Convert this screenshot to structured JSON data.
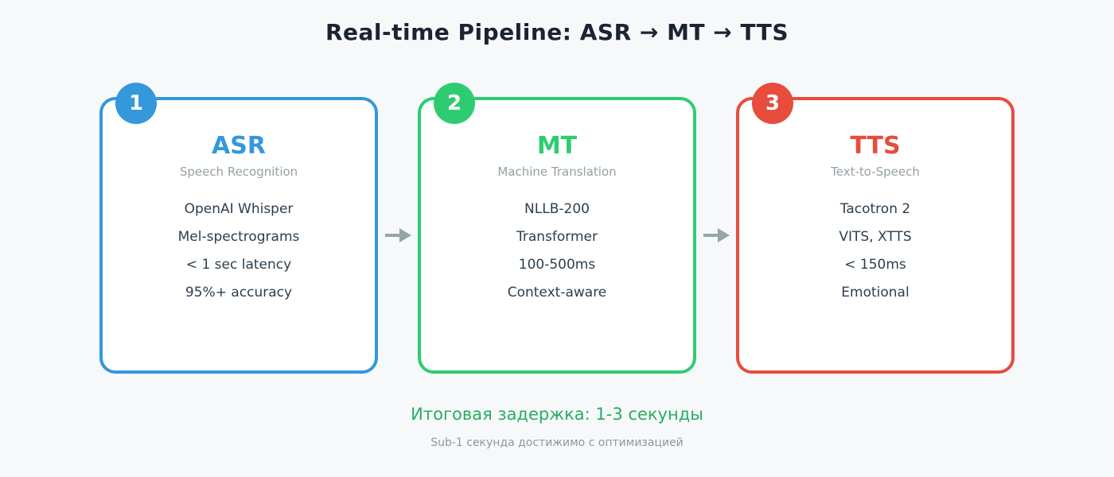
{
  "page": {
    "title": "Real-time Pipeline: ASR → MT → TTS",
    "background": "#f7f8fa",
    "title_color": "#1c2333"
  },
  "cards": [
    {
      "number": "1",
      "title": "ASR",
      "subtitle": "Speech Recognition",
      "color": "#3498db",
      "items": [
        "OpenAI Whisper",
        "Mel-spectrograms",
        "< 1 sec latency",
        "95%+ accuracy"
      ]
    },
    {
      "number": "2",
      "title": "MT",
      "subtitle": "Machine Translation",
      "color": "#2ecc71",
      "items": [
        "NLLB-200",
        "Transformer",
        "100-500ms",
        "Context-aware"
      ]
    },
    {
      "number": "3",
      "title": "TTS",
      "subtitle": "Text-to-Speech",
      "color": "#e74c3c",
      "items": [
        "Tacotron 2",
        "VITS, XTTS",
        "< 150ms",
        "Emotional"
      ]
    }
  ],
  "arrow": {
    "color": "#95a5a6"
  },
  "footer": {
    "headline": "Итоговая задержка: 1-3 секунды",
    "headline_color": "#27ae60",
    "subtext": "Sub-1 секунда достижимо с оптимизацией"
  }
}
